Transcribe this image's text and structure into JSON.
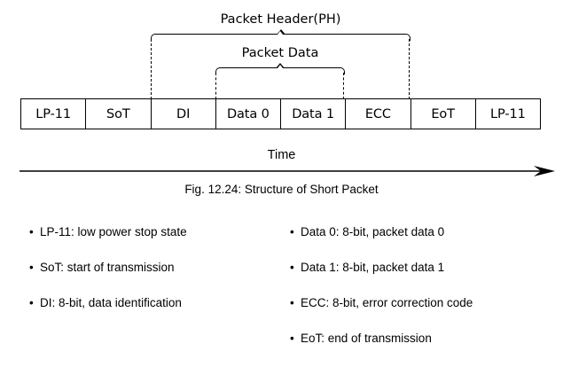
{
  "figure": {
    "caption": "Fig. 12.24:  Structure of Short Packet",
    "time_axis_label": "Time"
  },
  "braces": [
    {
      "label": "Packet Header(PH)",
      "spans": [
        "DI",
        "Data 0",
        "Data 1",
        "ECC"
      ]
    },
    {
      "label": "Packet Data",
      "spans": [
        "Data 0",
        "Data 1"
      ]
    }
  ],
  "packet_fields": [
    {
      "name": "LP-11"
    },
    {
      "name": "SoT"
    },
    {
      "name": "DI"
    },
    {
      "name": "Data 0"
    },
    {
      "name": "Data 1"
    },
    {
      "name": "ECC"
    },
    {
      "name": "EoT"
    },
    {
      "name": "LP-11"
    }
  ],
  "legend": {
    "bullet_glyph": "•",
    "left_column": [
      "LP-11: low power stop state",
      "SoT: start of transmission",
      "DI: 8-bit, data identification"
    ],
    "right_column": [
      "Data 0:  8-bit, packet data 0",
      "Data 1:  8-bit, packet data 1",
      "ECC: 8-bit, error correction code",
      "EoT: end of transmission"
    ]
  },
  "colors": {
    "line": "#000000",
    "background": "#ffffff"
  }
}
